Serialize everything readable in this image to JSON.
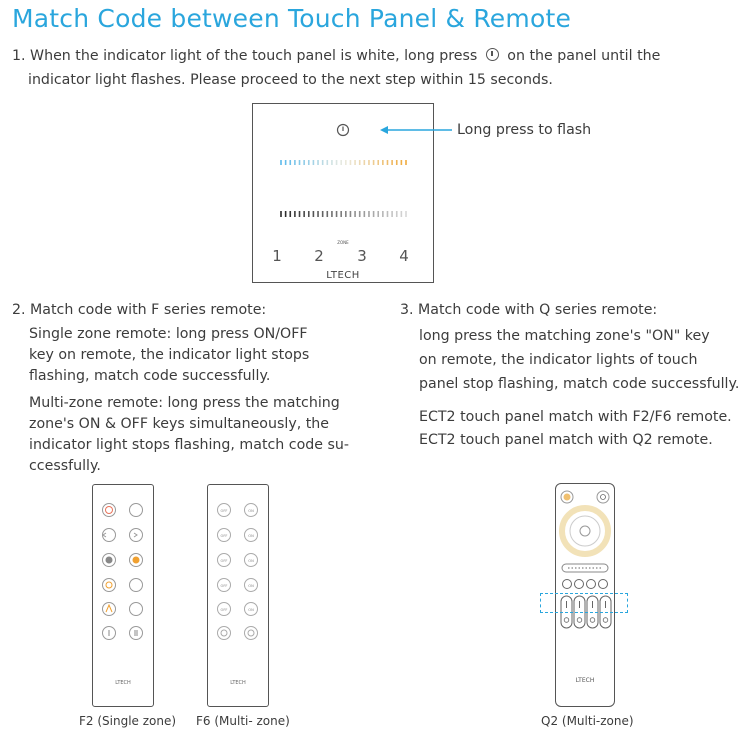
{
  "title": "Match Code between Touch Panel & Remote",
  "step1": {
    "line1_a": "1. When the indicator light of the touch panel is white, long press",
    "line1_b": "on the panel until the",
    "line2": "indicator light flashes. Please proceed to the next step within 15 seconds.",
    "icon": "power-icon"
  },
  "panel": {
    "callout": "Long press to flash",
    "zone_numbers": [
      "1",
      "2",
      "3",
      "4"
    ],
    "zone_label": "ZONE",
    "brand": "LTECH",
    "colors": {
      "accent": "#2aa6dd"
    }
  },
  "step2": {
    "heading": "2. Match code with F series remote:",
    "single": [
      "Single zone remote: long press ON/OFF",
      "key on remote, the indicator light stops",
      "flashing, match code successfully."
    ],
    "multi": [
      "Multi-zone remote: long press the matching",
      "zone's ON & OFF keys simultaneously, the",
      "indicator light stops flashing, match code su-",
      "ccessfully."
    ]
  },
  "step3": {
    "heading": "3. Match code with Q series remote:",
    "body": [
      "long press the matching zone's \"ON\" key",
      "on remote, the indicator lights of touch",
      "panel stop flashing, match code successfully."
    ],
    "notes": [
      "ECT2 touch panel match with F2/F6 remote.",
      "ECT2 touch panel match with Q2 remote."
    ]
  },
  "remotes": {
    "f2": {
      "caption": "F2 (Single zone)",
      "brand": "LTECH"
    },
    "f6": {
      "caption": "F6 (Multi- zone)",
      "brand": "LTECH",
      "key_off": "OFF",
      "key_on": "ON"
    },
    "q2": {
      "caption": "Q2 (Multi-zone)",
      "brand": "LTECH"
    }
  }
}
